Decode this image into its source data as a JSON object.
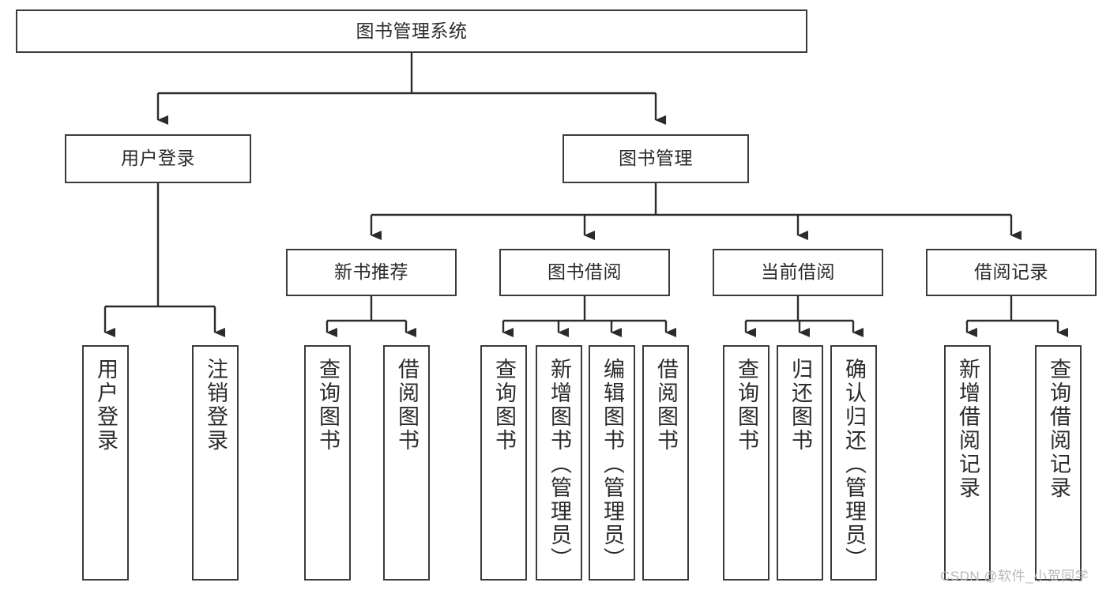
{
  "diagram": {
    "title": "图书管理系统",
    "type": "hierarchy-tree",
    "levels": 4,
    "nodes": {
      "root": {
        "label": "图书管理系统"
      },
      "l2": [
        {
          "label": "用户登录"
        },
        {
          "label": "图书管理"
        }
      ],
      "l3": [
        {
          "label": "新书推荐"
        },
        {
          "label": "图书借阅"
        },
        {
          "label": "当前借阅"
        },
        {
          "label": "借阅记录"
        }
      ],
      "leaves_user_login": [
        {
          "label": "用户登录"
        },
        {
          "label": "注销登录"
        }
      ],
      "leaves_new_book": [
        {
          "label": "查询图书"
        },
        {
          "label": "借阅图书"
        }
      ],
      "leaves_borrow": [
        {
          "label": "查询图书"
        },
        {
          "label": "新增图书（管理员）"
        },
        {
          "label": "编辑图书（管理员）"
        },
        {
          "label": "借阅图书"
        }
      ],
      "leaves_current": [
        {
          "label": "查询图书"
        },
        {
          "label": "归还图书"
        },
        {
          "label": "确认归还（管理员）"
        }
      ],
      "leaves_records": [
        {
          "label": "新增借阅记录"
        },
        {
          "label": "查询借阅记录"
        }
      ]
    },
    "colors": {
      "stroke": "#3b3b3b",
      "fill": "#ffffff",
      "text": "#2b2b2b",
      "watermark": "#b8b8b8"
    }
  },
  "watermark": {
    "text": "CSDN @软件_小贺同学"
  }
}
